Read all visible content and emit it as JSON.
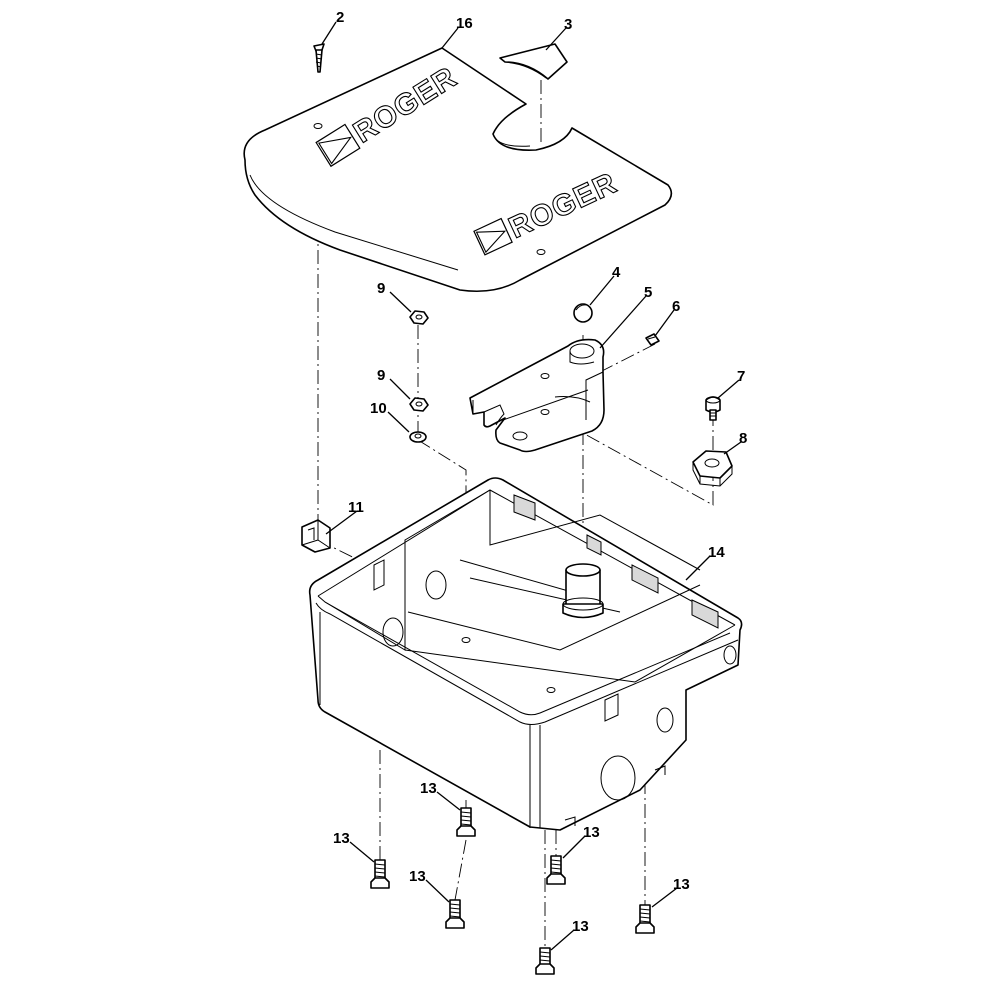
{
  "diagram": {
    "brand_logo_text": "ROGER",
    "callouts": {
      "c2": "2",
      "c16": "16",
      "c3": "3",
      "c4": "4",
      "c5": "5",
      "c6": "6",
      "c7": "7",
      "c8": "8",
      "c9a": "9",
      "c9b": "9",
      "c10": "10",
      "c11": "11",
      "c14": "14",
      "c13a": "13",
      "c13b": "13",
      "c13c": "13",
      "c13d": "13",
      "c13e": "13",
      "c13f": "13"
    }
  }
}
